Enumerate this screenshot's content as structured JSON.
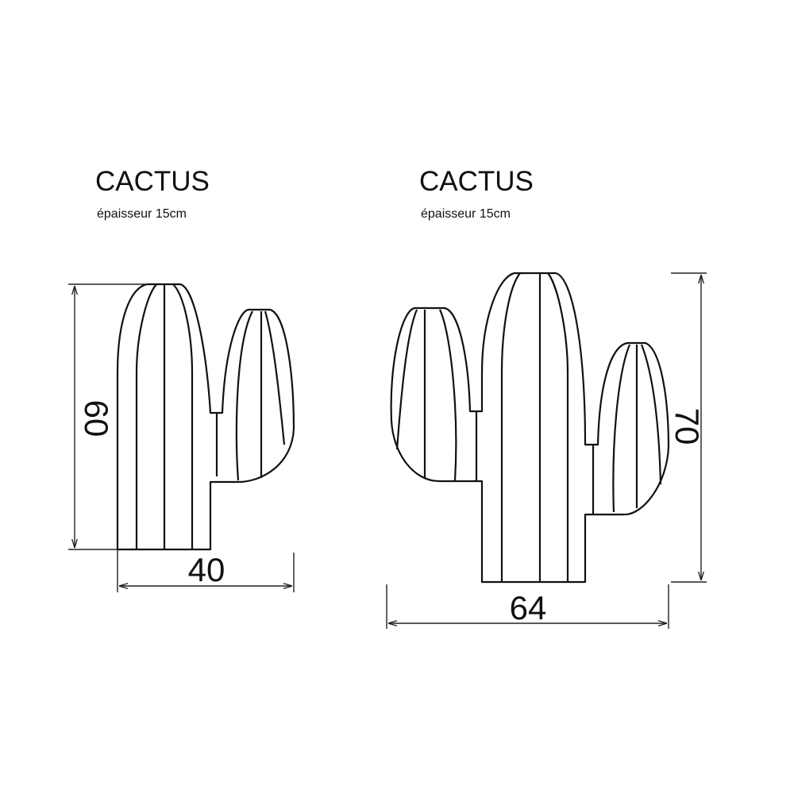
{
  "products": [
    {
      "title": "CACTUS",
      "subtitle": "épaisseur 15cm",
      "height_label": "60",
      "width_label": "40"
    },
    {
      "title": "CACTUS",
      "subtitle": "épaisseur 15cm",
      "height_label": "70",
      "width_label": "64"
    }
  ],
  "colors": {
    "line": "#111111",
    "background": "#ffffff"
  }
}
